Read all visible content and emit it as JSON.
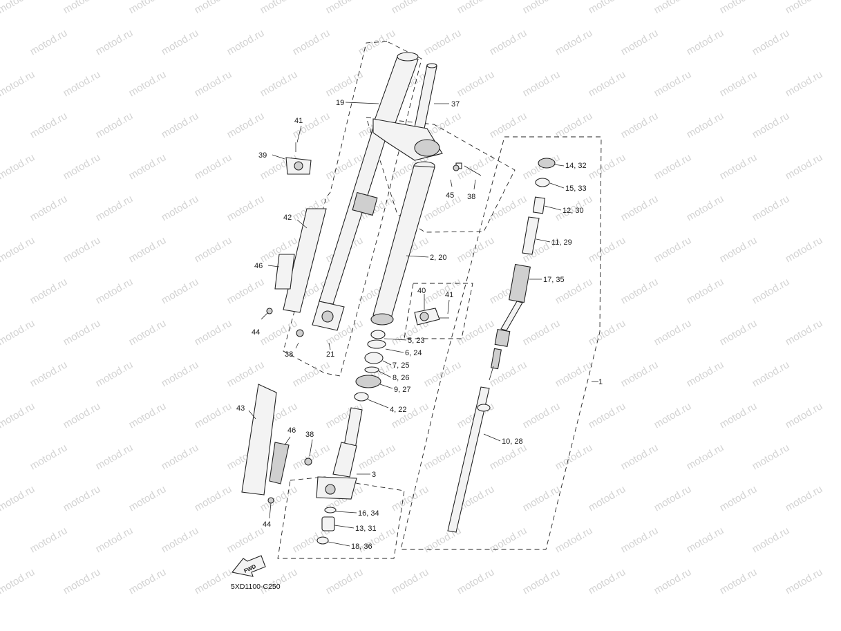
{
  "watermark": {
    "text": "motod.ru"
  },
  "diagram_code": "5XD1100-C250",
  "fwd_label": "FWD",
  "callouts": {
    "c1": "1",
    "c2_20": "2, 20",
    "c3": "3",
    "c4_22": "4, 22",
    "c5_23": "5, 23",
    "c6_24": "6, 24",
    "c7_25": "7, 25",
    "c8_26": "8, 26",
    "c9_27": "9, 27",
    "c10_28": "10, 28",
    "c11_29": "11, 29",
    "c12_30": "12, 30",
    "c13_31": "13, 31",
    "c14_32": "14, 32",
    "c15_33": "15, 33",
    "c16_34": "16, 34",
    "c17_35": "17, 35",
    "c18_36": "18, 36",
    "c19": "19",
    "c21": "21",
    "c37": "37",
    "c38a": "38",
    "c38b": "38",
    "c38c": "38",
    "c39": "39",
    "c40": "40",
    "c41a": "41",
    "c41b": "41",
    "c42": "42",
    "c43": "43",
    "c44a": "44",
    "c44b": "44",
    "c45": "45",
    "c46a": "46",
    "c46b": "46"
  }
}
